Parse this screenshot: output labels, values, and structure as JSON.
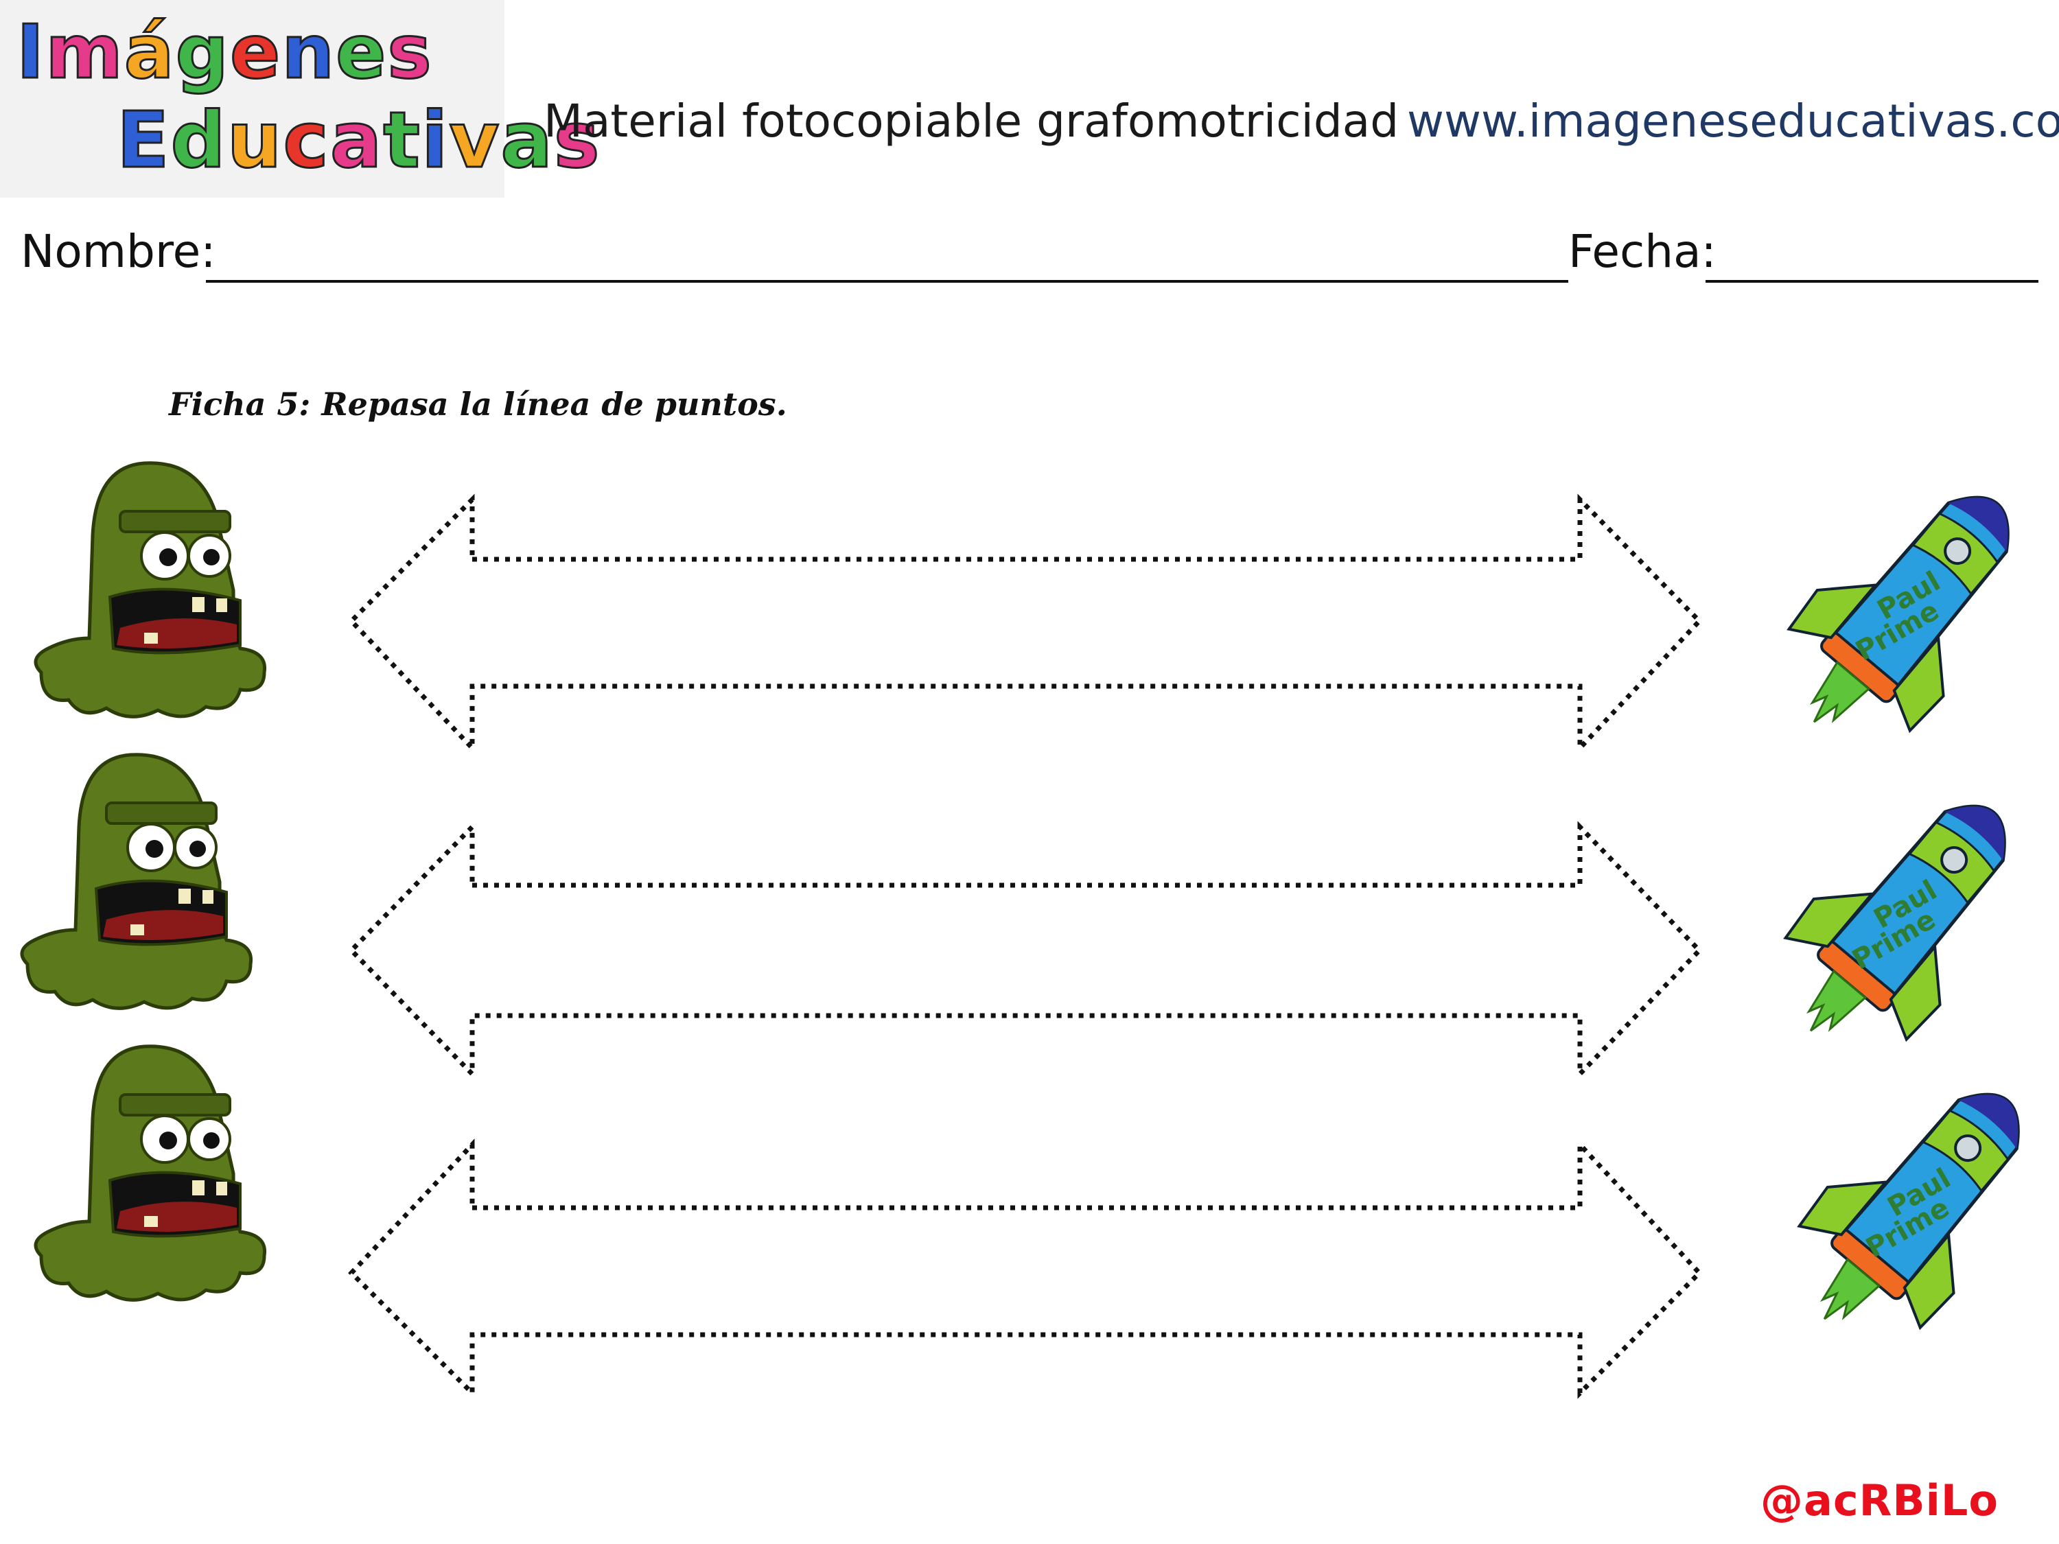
{
  "logo": {
    "line1": [
      "I",
      "m",
      "á",
      "g",
      "e",
      "n",
      "e",
      "s"
    ],
    "line2": [
      "E",
      "d",
      "u",
      "c",
      "a",
      "t",
      "i",
      "v",
      "a",
      "s"
    ],
    "colors1": [
      "#2e5fd4",
      "#e63b8a",
      "#f5a623",
      "#3fb54a",
      "#e8352b",
      "#2e5fd4",
      "#3fb54a",
      "#e63b8a"
    ],
    "colors2": [
      "#2e5fd4",
      "#3fb54a",
      "#f5a623",
      "#e8352b",
      "#e63b8a",
      "#3fb54a",
      "#2e5fd4",
      "#f5a623",
      "#3fb54a",
      "#e63b8a"
    ]
  },
  "header": {
    "material": "Material fotocopiable grafomotricidad",
    "website": "www.imageneseducativas.com"
  },
  "fields": {
    "name_label": "Nombre:",
    "date_label": "Fecha:"
  },
  "instruction": "Ficha 5: Repasa la línea de puntos.",
  "rows": [
    {
      "left_icon": "green-monster",
      "right_icon": "rocket"
    },
    {
      "left_icon": "green-monster",
      "right_icon": "rocket"
    },
    {
      "left_icon": "green-monster",
      "right_icon": "rocket"
    }
  ],
  "rocket_text": [
    "Paul",
    "Prime"
  ],
  "signature": "@acRBiLo",
  "colors": {
    "monster": "#5c7a1c",
    "rocket_body": "#2a9fe0",
    "rocket_nose": "#2c2fa0",
    "rocket_green": "#8ccc2a",
    "rocket_orange": "#f06a22",
    "signature": "#e8101c"
  }
}
